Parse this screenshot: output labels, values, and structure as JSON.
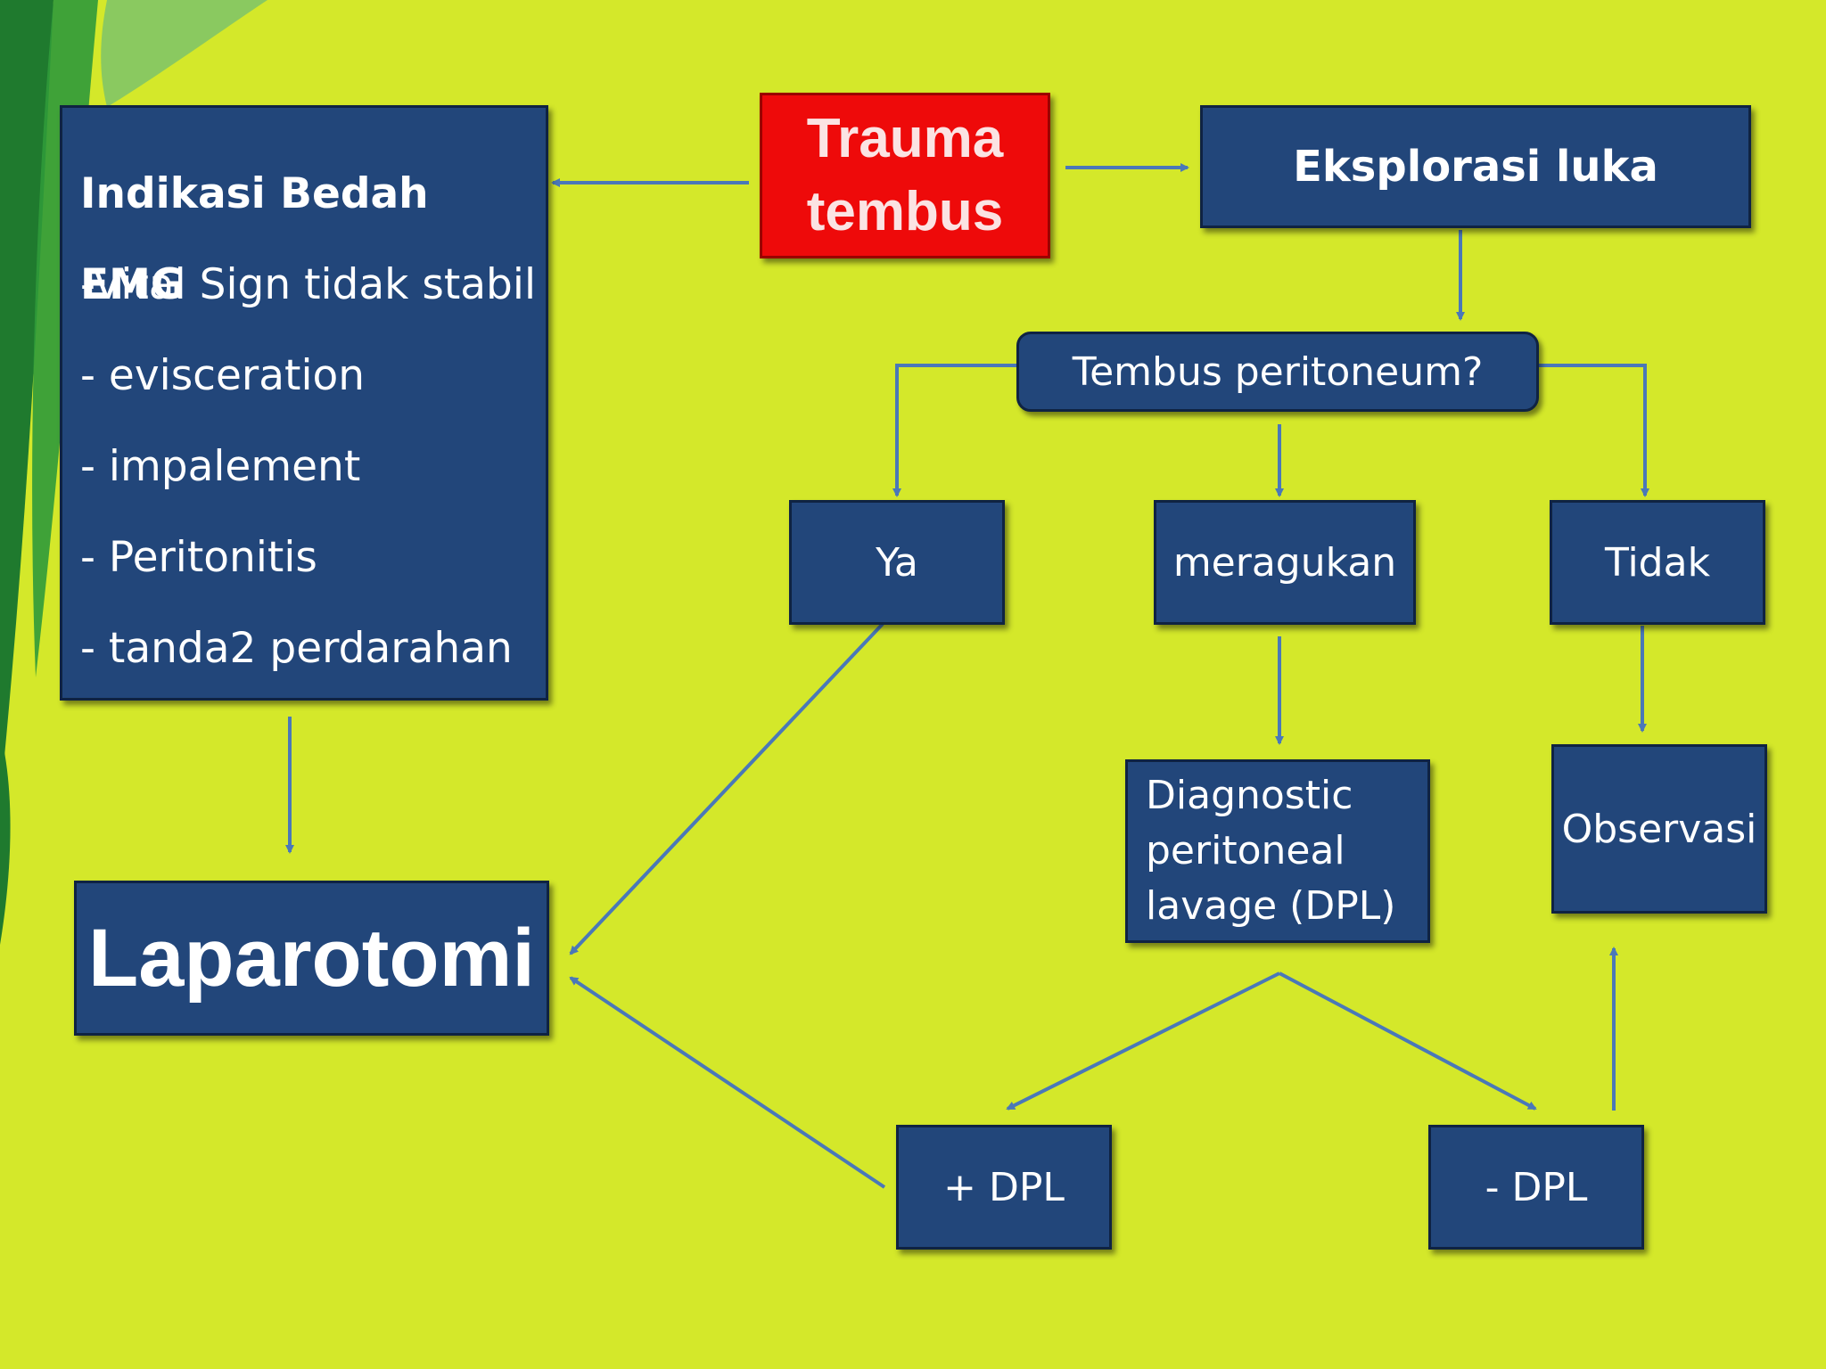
{
  "theme": {
    "background": "#d4e82a",
    "box_fill": "#22467a",
    "box_border": "#0f2342",
    "start_fill": "#ee0a0a",
    "arrow_color": "#4a78b8"
  },
  "nodes": {
    "indikasi": {
      "title": "Indikasi Bedah EMG",
      "items": [
        "-Vital Sign tidak stabil",
        "- evisceration",
        "- impalement",
        "- Peritonitis",
        "- tanda2 perdarahan"
      ]
    },
    "trauma": {
      "line1": "Trauma",
      "line2": "tembus"
    },
    "eksplorasi": "Eksplorasi luka",
    "tembus_peritoneum": "Tembus peritoneum?",
    "ya": "Ya",
    "meragukan": "meragukan",
    "tidak": "Tidak",
    "dpl": {
      "line1": "Diagnostic",
      "line2": "peritoneal",
      "line3": "lavage (DPL)"
    },
    "observasi": "Observasi",
    "laparotomi": "Laparotomi",
    "plus_dpl": "+ DPL",
    "minus_dpl": "- DPL"
  }
}
